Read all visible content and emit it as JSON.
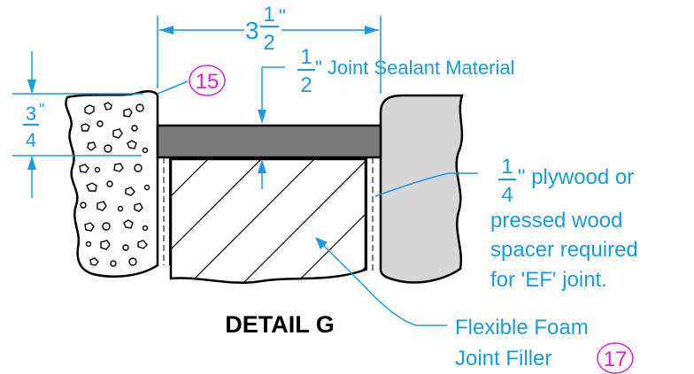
{
  "colors": {
    "dimension": "#1a9ae0",
    "callout": "#e020d0",
    "outline": "#000000",
    "sealant": "#7a7a7a",
    "wall": "#d6d6d6"
  },
  "dimensions": {
    "width": {
      "whole": "3",
      "num": "1",
      "den": "2",
      "unit": "\""
    },
    "depth": {
      "num": "3",
      "den": "4",
      "unit": "\""
    }
  },
  "labels": {
    "sealant": {
      "num": "1",
      "den": "2",
      "unit": "\"",
      "text": " Joint Sealant Material"
    },
    "plywood": {
      "num": "1",
      "den": "4",
      "unit": "\"",
      "text": " plywood or",
      "lines": [
        "pressed wood",
        "spacer required",
        "for 'EF' joint."
      ]
    },
    "foam": {
      "lines": [
        "Flexible Foam",
        "Joint Filler"
      ]
    }
  },
  "callouts": {
    "left": "15",
    "right": "17"
  },
  "title": "DETAIL G"
}
